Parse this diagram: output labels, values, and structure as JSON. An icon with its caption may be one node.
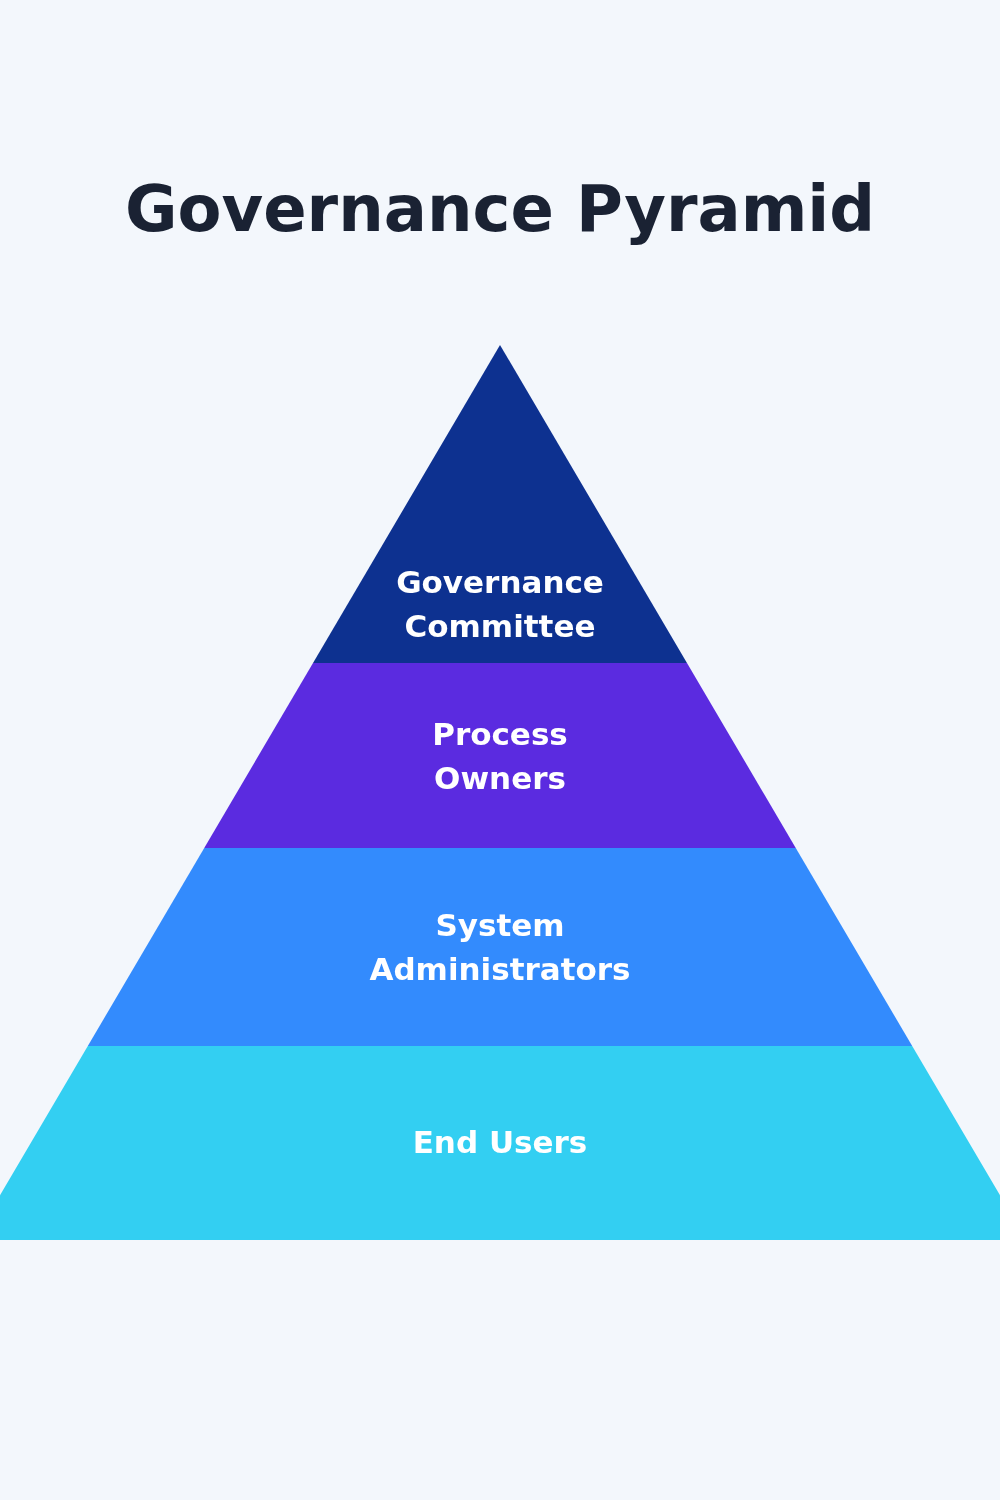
{
  "diagram": {
    "title": "Governance Pyramid",
    "nodes": [
      {
        "text": [
          "Governance Committee"
        ]
      },
      {
        "text": [
          "Process Owners"
        ]
      },
      {
        "text": [
          "System Administrators"
        ]
      },
      {
        "text": [
          "End Users"
        ]
      }
    ]
  }
}
